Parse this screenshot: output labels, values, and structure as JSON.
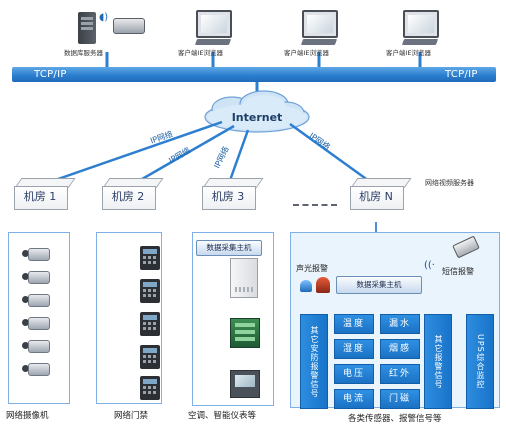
{
  "bus": {
    "left_label": "TCP/IP",
    "right_label": "TCP/IP"
  },
  "top_devices": [
    {
      "label": "数据库服务器",
      "kind": "server"
    },
    {
      "label": "客户端IE浏览器",
      "kind": "client"
    },
    {
      "label": "客户端IE浏览器",
      "kind": "client"
    },
    {
      "label": "客户端IE浏览器",
      "kind": "client"
    }
  ],
  "internet_label": "Internet",
  "ip_labels": [
    "IP网络",
    "IP网络",
    "IP网络",
    "IP网络"
  ],
  "server_title": "网络视频服务器",
  "rooms": [
    "机房 1",
    "机房 2",
    "机房 3",
    "机房 N"
  ],
  "room3": {
    "host_label": "数据采集主机",
    "bottom_label": "空调、智能仪表等"
  },
  "roomN": {
    "host_label": "数据采集主机",
    "sound_alarm": "声光报警",
    "sms_alarm": "短信报警",
    "columns": [
      "其它安防报警信号",
      "其它报警信号",
      "UPS综合监控"
    ],
    "sensors": [
      "温度",
      "湿度",
      "电压",
      "电流",
      "漏水",
      "烟感",
      "红外",
      "门磁"
    ],
    "bottom_label": "各类传感器、报警信号等"
  },
  "room1_label": "网络摄像机",
  "room2_label": "网络门禁",
  "colors": {
    "bus_blue": "#2d7fcf",
    "cable_green": "#5bbf8a",
    "cable_blue": "#4a8fd6",
    "panel_border": "#7fb0e6"
  }
}
